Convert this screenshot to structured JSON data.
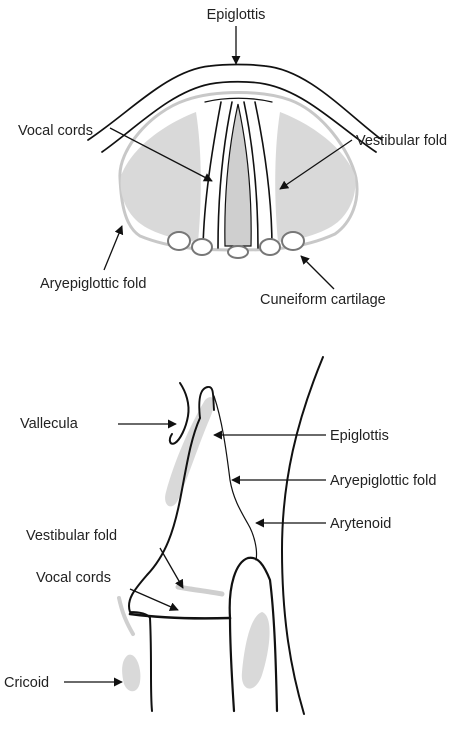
{
  "top_view": {
    "labels": {
      "epiglottis": "Epiglottis",
      "vocal_cords": "Vocal cords",
      "vestibular_fold": "Vestibular fold",
      "aryepiglottic_fold": "Aryepiglottic fold",
      "cuneiform_cartilage": "Cuneiform cartilage"
    }
  },
  "side_view": {
    "labels": {
      "vallecula": "Vallecula",
      "epiglottis": "Epiglottis",
      "aryepiglottic_fold": "Aryepiglottic fold",
      "arytenoid": "Arytenoid",
      "vestibular_fold": "Vestibular fold",
      "vocal_cords": "Vocal cords",
      "cricoid": "Cricoid"
    }
  }
}
